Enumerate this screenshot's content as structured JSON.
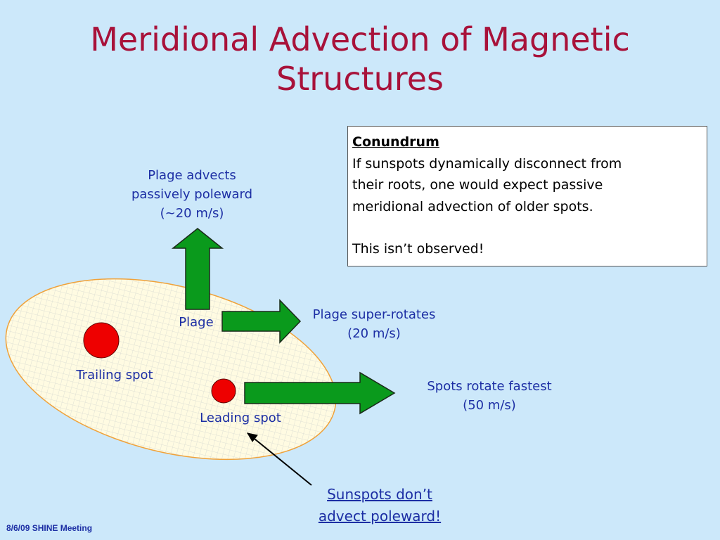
{
  "slide": {
    "title_lines": [
      "Meridional Advection of Magnetic",
      "Structures"
    ],
    "footer": "8/6/09 SHINE Meeting"
  },
  "labels": {
    "poleward_lines": [
      "Plage advects",
      "passively poleward",
      "(~20 m/s)"
    ],
    "plage": "Plage",
    "super_rotates_lines": [
      "Plage super-rotates",
      "(20 m/s)"
    ],
    "spots_fastest_lines": [
      "Spots rotate fastest",
      "(50 m/s)"
    ],
    "trailing_spot": "Trailing spot",
    "leading_spot": "Leading spot"
  },
  "conundrum": {
    "heading": "Conundrum",
    "body_lines": [
      "If sunspots dynamically disconnect from",
      "their roots, one would expect passive",
      "meridional advection of older spots."
    ],
    "conclusion": "This isn’t observed!"
  },
  "note": {
    "lines": [
      "Sunspots don’t",
      "advect poleward!"
    ]
  },
  "colors": {
    "background": "#cce8fa",
    "title": "#a8123a",
    "label": "#1c2ea4",
    "arrow_fill": "#0a9a1c",
    "spot": "#ee0000",
    "region_fill": "#fffbe2",
    "region_border": "#f0a23a"
  },
  "icons": [
    "arrow-up-icon",
    "arrow-right-icon",
    "sunspot-icon"
  ]
}
